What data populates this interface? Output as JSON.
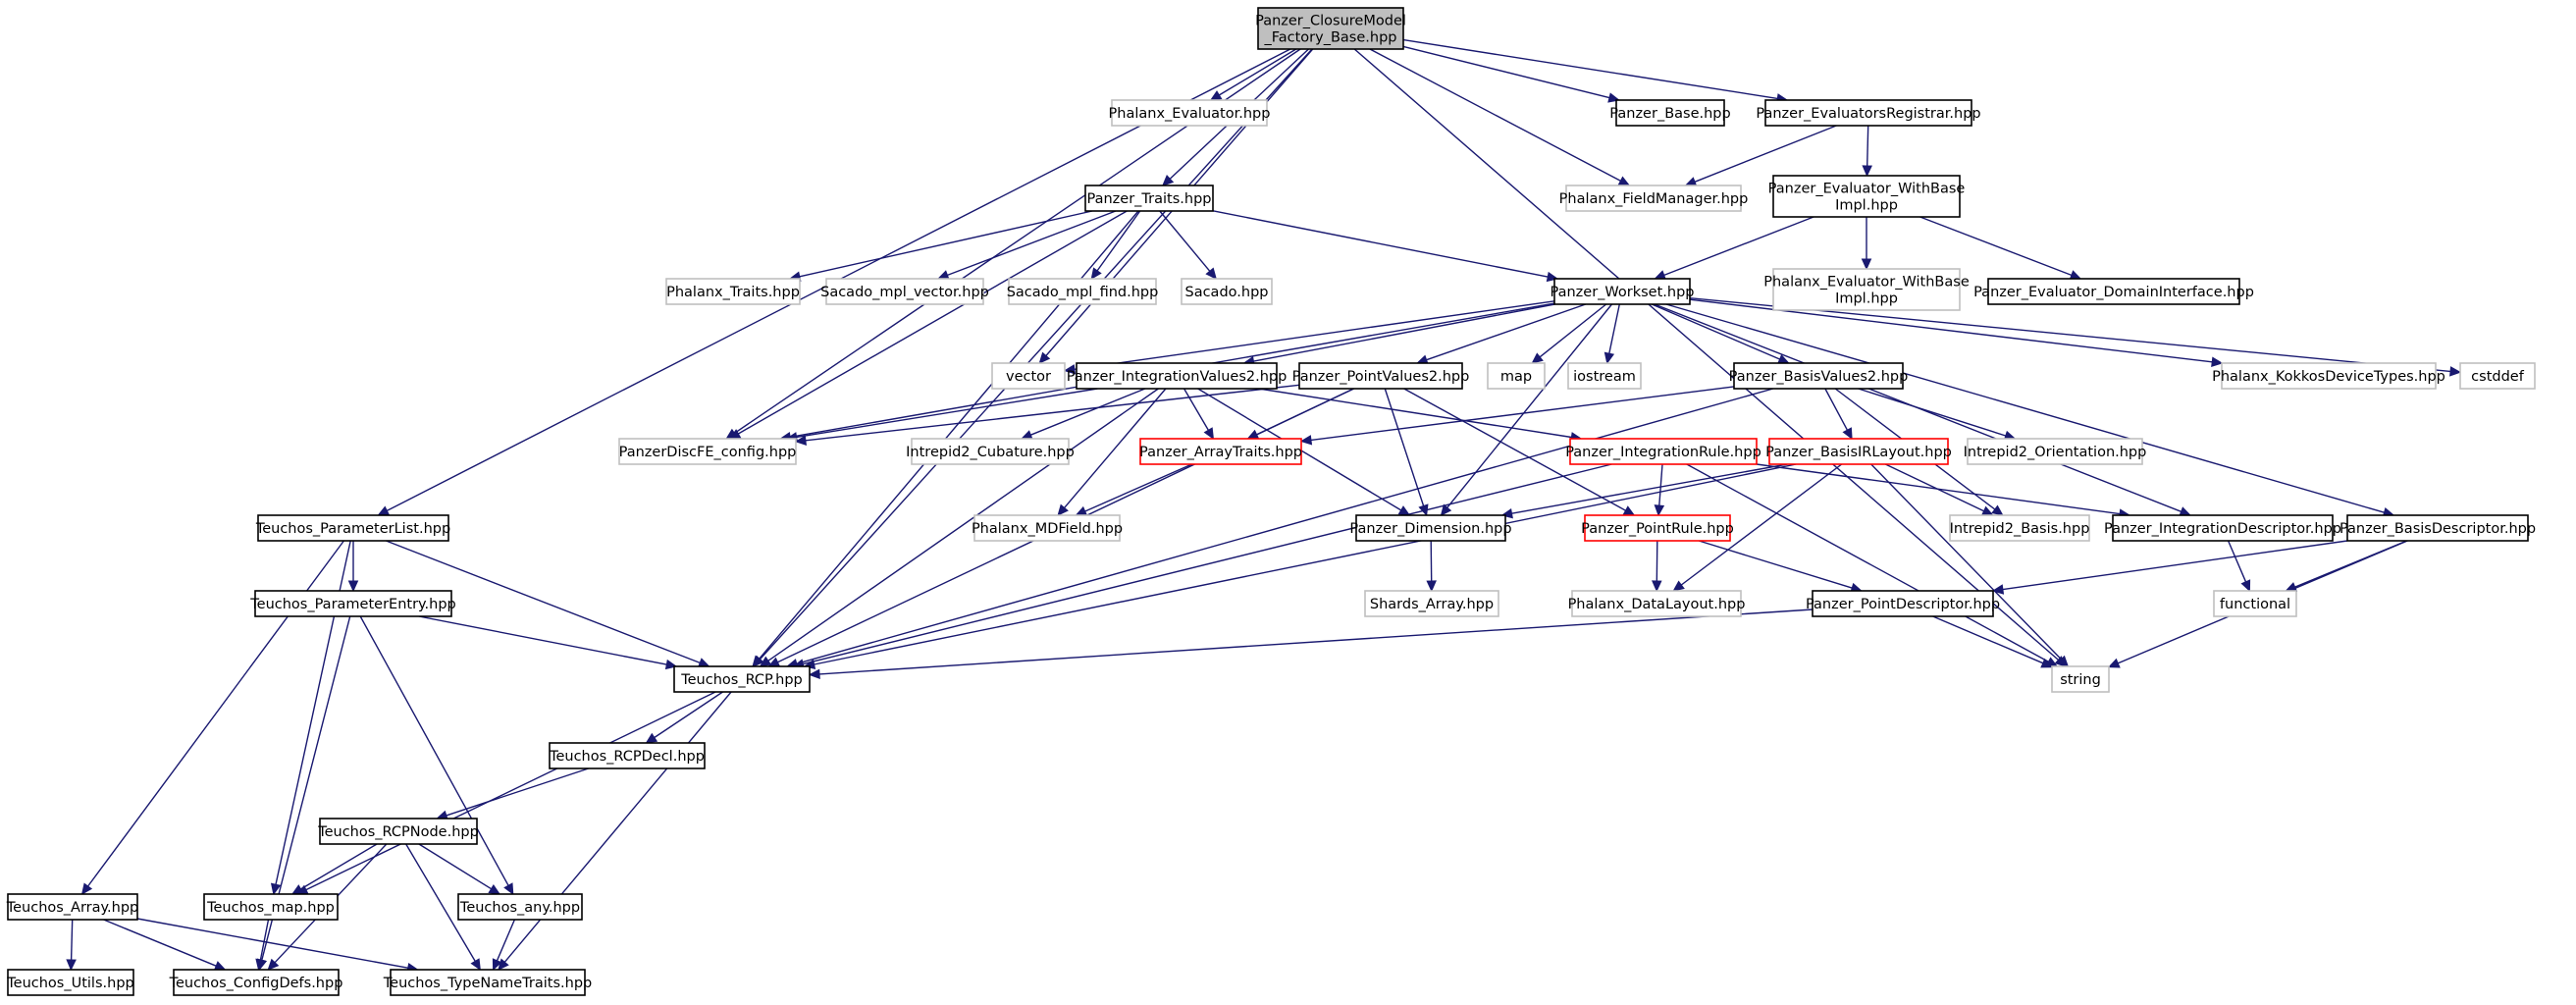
{
  "diagram": {
    "title": "Panzer_ClosureModel_Factory_Base.hpp",
    "colors": {
      "root_fill": "#bfbfbf",
      "node_fill": "#ffffff",
      "documented_border": "#000000",
      "undocumented_border": "#bfbfbf",
      "truncated_border": "#ff0000",
      "edge": "#191970"
    },
    "nodes": [
      {
        "id": "root",
        "lines": [
          "Panzer_ClosureModel",
          "_Factory_Base.hpp"
        ],
        "style": "root"
      },
      {
        "id": "phalanx_evaluator",
        "lines": [
          "Phalanx_Evaluator.hpp"
        ],
        "style": "undocumented"
      },
      {
        "id": "panzer_base",
        "lines": [
          "Panzer_Base.hpp"
        ],
        "style": "documented"
      },
      {
        "id": "evaluators_registrar",
        "lines": [
          "Panzer_EvaluatorsRegistrar.hpp"
        ],
        "style": "documented"
      },
      {
        "id": "phalanx_fieldmanager",
        "lines": [
          "Phalanx_FieldManager.hpp"
        ],
        "style": "undocumented"
      },
      {
        "id": "evaluator_withbase",
        "lines": [
          "Panzer_Evaluator_WithBase",
          "Impl.hpp"
        ],
        "style": "documented"
      },
      {
        "id": "phalanx_evaluator_withbase",
        "lines": [
          "Phalanx_Evaluator_WithBase",
          "Impl.hpp"
        ],
        "style": "undocumented"
      },
      {
        "id": "evaluator_domain",
        "lines": [
          "Panzer_Evaluator_DomainInterface.hpp"
        ],
        "style": "documented"
      },
      {
        "id": "panzer_traits",
        "lines": [
          "Panzer_Traits.hpp"
        ],
        "style": "documented"
      },
      {
        "id": "phalanx_traits",
        "lines": [
          "Phalanx_Traits.hpp"
        ],
        "style": "undocumented"
      },
      {
        "id": "sacado_mpl_vector",
        "lines": [
          "Sacado_mpl_vector.hpp"
        ],
        "style": "undocumented"
      },
      {
        "id": "sacado_mpl_find",
        "lines": [
          "Sacado_mpl_find.hpp"
        ],
        "style": "undocumented"
      },
      {
        "id": "sacado",
        "lines": [
          "Sacado.hpp"
        ],
        "style": "undocumented"
      },
      {
        "id": "workset",
        "lines": [
          "Panzer_Workset.hpp"
        ],
        "style": "documented"
      },
      {
        "id": "vector",
        "lines": [
          "vector"
        ],
        "style": "undocumented"
      },
      {
        "id": "integration_values2",
        "lines": [
          "Panzer_IntegrationValues2.hpp"
        ],
        "style": "documented"
      },
      {
        "id": "point_values2",
        "lines": [
          "Panzer_PointValues2.hpp"
        ],
        "style": "documented"
      },
      {
        "id": "map",
        "lines": [
          "map"
        ],
        "style": "undocumented"
      },
      {
        "id": "iostream",
        "lines": [
          "iostream"
        ],
        "style": "undocumented"
      },
      {
        "id": "basis_values2",
        "lines": [
          "Panzer_BasisValues2.hpp"
        ],
        "style": "documented"
      },
      {
        "id": "phalanx_kokkos",
        "lines": [
          "Phalanx_KokkosDeviceTypes.hpp"
        ],
        "style": "undocumented"
      },
      {
        "id": "cstddef",
        "lines": [
          "cstddef"
        ],
        "style": "undocumented"
      },
      {
        "id": "panzer_discfe_config",
        "lines": [
          "PanzerDiscFE_config.hpp"
        ],
        "style": "undocumented"
      },
      {
        "id": "intrepid2_cubature",
        "lines": [
          "Intrepid2_Cubature.hpp"
        ],
        "style": "undocumented"
      },
      {
        "id": "array_traits",
        "lines": [
          "Panzer_ArrayTraits.hpp"
        ],
        "style": "truncated"
      },
      {
        "id": "integration_rule",
        "lines": [
          "Panzer_IntegrationRule.hpp"
        ],
        "style": "truncated"
      },
      {
        "id": "basis_ir_layout",
        "lines": [
          "Panzer_BasisIRLayout.hpp"
        ],
        "style": "truncated"
      },
      {
        "id": "intrepid2_orientation",
        "lines": [
          "Intrepid2_Orientation.hpp"
        ],
        "style": "undocumented"
      },
      {
        "id": "phalanx_mdfield",
        "lines": [
          "Phalanx_MDField.hpp"
        ],
        "style": "undocumented"
      },
      {
        "id": "panzer_dimension",
        "lines": [
          "Panzer_Dimension.hpp"
        ],
        "style": "documented"
      },
      {
        "id": "point_rule",
        "lines": [
          "Panzer_PointRule.hpp"
        ],
        "style": "truncated"
      },
      {
        "id": "intrepid2_basis",
        "lines": [
          "Intrepid2_Basis.hpp"
        ],
        "style": "undocumented"
      },
      {
        "id": "integration_descriptor",
        "lines": [
          "Panzer_IntegrationDescriptor.hpp"
        ],
        "style": "documented"
      },
      {
        "id": "basis_descriptor",
        "lines": [
          "Panzer_BasisDescriptor.hpp"
        ],
        "style": "documented"
      },
      {
        "id": "shards_array",
        "lines": [
          "Shards_Array.hpp"
        ],
        "style": "undocumented"
      },
      {
        "id": "phalanx_datalayout",
        "lines": [
          "Phalanx_DataLayout.hpp"
        ],
        "style": "undocumented"
      },
      {
        "id": "point_descriptor",
        "lines": [
          "Panzer_PointDescriptor.hpp"
        ],
        "style": "documented"
      },
      {
        "id": "functional",
        "lines": [
          "functional"
        ],
        "style": "undocumented"
      },
      {
        "id": "string",
        "lines": [
          "string"
        ],
        "style": "undocumented"
      },
      {
        "id": "teuchos_parameterlist",
        "lines": [
          "Teuchos_ParameterList.hpp"
        ],
        "style": "documented"
      },
      {
        "id": "teuchos_parameterentry",
        "lines": [
          "Teuchos_ParameterEntry.hpp"
        ],
        "style": "documented"
      },
      {
        "id": "teuchos_rcp",
        "lines": [
          "Teuchos_RCP.hpp"
        ],
        "style": "documented"
      },
      {
        "id": "teuchos_rcpdecl",
        "lines": [
          "Teuchos_RCPDecl.hpp"
        ],
        "style": "documented"
      },
      {
        "id": "teuchos_rcpnode",
        "lines": [
          "Teuchos_RCPNode.hpp"
        ],
        "style": "documented"
      },
      {
        "id": "teuchos_array",
        "lines": [
          "Teuchos_Array.hpp"
        ],
        "style": "documented"
      },
      {
        "id": "teuchos_map",
        "lines": [
          "Teuchos_map.hpp"
        ],
        "style": "documented"
      },
      {
        "id": "teuchos_any",
        "lines": [
          "Teuchos_any.hpp"
        ],
        "style": "documented"
      },
      {
        "id": "teuchos_utils",
        "lines": [
          "Teuchos_Utils.hpp"
        ],
        "style": "documented"
      },
      {
        "id": "teuchos_configdefs",
        "lines": [
          "Teuchos_ConfigDefs.hpp"
        ],
        "style": "documented"
      },
      {
        "id": "teuchos_typenametraits",
        "lines": [
          "Teuchos_TypeNameTraits.hpp"
        ],
        "style": "documented"
      }
    ],
    "edges": [
      [
        "root",
        "phalanx_evaluator"
      ],
      [
        "root",
        "panzer_base"
      ],
      [
        "root",
        "evaluators_registrar"
      ],
      [
        "root",
        "phalanx_fieldmanager"
      ],
      [
        "root",
        "panzer_traits"
      ],
      [
        "root",
        "vector"
      ],
      [
        "root",
        "panzer_discfe_config"
      ],
      [
        "root",
        "teuchos_parameterlist"
      ],
      [
        "root",
        "teuchos_rcp"
      ],
      [
        "root",
        "string"
      ],
      [
        "evaluators_registrar",
        "phalanx_fieldmanager"
      ],
      [
        "evaluators_registrar",
        "evaluator_withbase"
      ],
      [
        "evaluator_withbase",
        "phalanx_evaluator_withbase"
      ],
      [
        "evaluator_withbase",
        "evaluator_domain"
      ],
      [
        "evaluator_withbase",
        "workset"
      ],
      [
        "panzer_traits",
        "phalanx_traits"
      ],
      [
        "panzer_traits",
        "sacado_mpl_vector"
      ],
      [
        "panzer_traits",
        "sacado_mpl_find"
      ],
      [
        "panzer_traits",
        "sacado"
      ],
      [
        "panzer_traits",
        "workset"
      ],
      [
        "panzer_traits",
        "panzer_discfe_config"
      ],
      [
        "panzer_traits",
        "teuchos_rcp"
      ],
      [
        "workset",
        "vector"
      ],
      [
        "workset",
        "integration_values2"
      ],
      [
        "workset",
        "point_values2"
      ],
      [
        "workset",
        "map"
      ],
      [
        "workset",
        "iostream"
      ],
      [
        "workset",
        "basis_values2"
      ],
      [
        "workset",
        "phalanx_kokkos"
      ],
      [
        "workset",
        "cstddef"
      ],
      [
        "workset",
        "panzer_discfe_config"
      ],
      [
        "workset",
        "panzer_dimension"
      ],
      [
        "workset",
        "integration_descriptor"
      ],
      [
        "workset",
        "basis_descriptor"
      ],
      [
        "integration_values2",
        "panzer_discfe_config"
      ],
      [
        "integration_values2",
        "intrepid2_cubature"
      ],
      [
        "integration_values2",
        "array_traits"
      ],
      [
        "integration_values2",
        "integration_rule"
      ],
      [
        "integration_values2",
        "phalanx_mdfield"
      ],
      [
        "integration_values2",
        "panzer_dimension"
      ],
      [
        "integration_values2",
        "teuchos_rcp"
      ],
      [
        "point_values2",
        "panzer_discfe_config"
      ],
      [
        "point_values2",
        "array_traits"
      ],
      [
        "point_values2",
        "panzer_dimension"
      ],
      [
        "point_values2",
        "point_rule"
      ],
      [
        "point_values2",
        "teuchos_rcp"
      ],
      [
        "basis_values2",
        "array_traits"
      ],
      [
        "basis_values2",
        "basis_ir_layout"
      ],
      [
        "basis_values2",
        "intrepid2_orientation"
      ],
      [
        "basis_values2",
        "intrepid2_basis"
      ],
      [
        "basis_values2",
        "teuchos_rcp"
      ],
      [
        "array_traits",
        "phalanx_mdfield"
      ],
      [
        "integration_rule",
        "point_rule"
      ],
      [
        "integration_rule",
        "integration_descriptor"
      ],
      [
        "integration_rule",
        "teuchos_rcp"
      ],
      [
        "integration_rule",
        "string"
      ],
      [
        "basis_ir_layout",
        "panzer_dimension"
      ],
      [
        "basis_ir_layout",
        "intrepid2_basis"
      ],
      [
        "basis_ir_layout",
        "phalanx_datalayout"
      ],
      [
        "basis_ir_layout",
        "teuchos_rcp"
      ],
      [
        "basis_ir_layout",
        "string"
      ],
      [
        "point_rule",
        "phalanx_datalayout"
      ],
      [
        "point_rule",
        "point_descriptor"
      ],
      [
        "panzer_dimension",
        "shards_array"
      ],
      [
        "integration_descriptor",
        "functional"
      ],
      [
        "basis_descriptor",
        "point_descriptor"
      ],
      [
        "basis_descriptor",
        "functional"
      ],
      [
        "basis_descriptor",
        "string"
      ],
      [
        "point_descriptor",
        "teuchos_rcp"
      ],
      [
        "point_descriptor",
        "string"
      ],
      [
        "teuchos_parameterlist",
        "teuchos_parameterentry"
      ],
      [
        "teuchos_parameterlist",
        "teuchos_rcp"
      ],
      [
        "teuchos_parameterlist",
        "teuchos_array"
      ],
      [
        "teuchos_parameterlist",
        "teuchos_map"
      ],
      [
        "teuchos_parameterentry",
        "teuchos_rcp"
      ],
      [
        "teuchos_parameterentry",
        "teuchos_any"
      ],
      [
        "teuchos_parameterentry",
        "teuchos_configdefs"
      ],
      [
        "teuchos_rcp",
        "teuchos_rcpdecl"
      ],
      [
        "teuchos_rcp",
        "teuchos_map"
      ],
      [
        "teuchos_rcp",
        "teuchos_typenametraits"
      ],
      [
        "teuchos_rcpdecl",
        "teuchos_rcpnode"
      ],
      [
        "teuchos_rcpnode",
        "teuchos_map"
      ],
      [
        "teuchos_rcpnode",
        "teuchos_any"
      ],
      [
        "teuchos_rcpnode",
        "teuchos_configdefs"
      ],
      [
        "teuchos_rcpnode",
        "teuchos_typenametraits"
      ],
      [
        "teuchos_array",
        "teuchos_utils"
      ],
      [
        "teuchos_array",
        "teuchos_configdefs"
      ],
      [
        "teuchos_array",
        "teuchos_typenametraits"
      ],
      [
        "teuchos_map",
        "teuchos_configdefs"
      ],
      [
        "teuchos_any",
        "teuchos_typenametraits"
      ]
    ]
  }
}
